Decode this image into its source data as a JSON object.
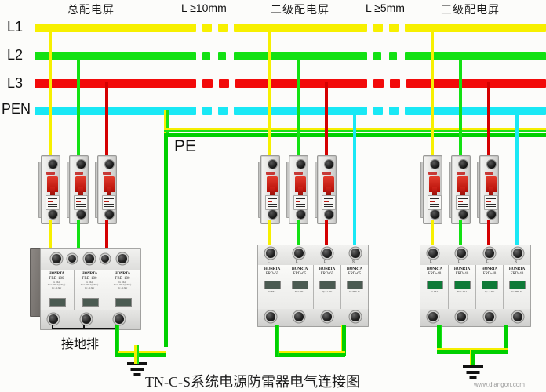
{
  "diagram": {
    "title": "TN-C-S系统电源防雷器电气连接图",
    "watermark": "www.diangon.com",
    "background": "#fcfcfa"
  },
  "headers": [
    {
      "id": "panel-1",
      "label": "总配电屏"
    },
    {
      "id": "cable-1",
      "label": "L ≥10mm"
    },
    {
      "id": "panel-2",
      "label": "二级配电屏"
    },
    {
      "id": "cable-2",
      "label": "L ≥5mm"
    },
    {
      "id": "panel-3",
      "label": "三级配电屏"
    }
  ],
  "rails": [
    {
      "id": "L1",
      "label": "L1",
      "color": "#f7f000"
    },
    {
      "id": "L2",
      "label": "L2",
      "color": "#13e113"
    },
    {
      "id": "L3",
      "label": "L3",
      "color": "#f20a0a"
    },
    {
      "id": "PEN",
      "label": "PEN",
      "color": "#19e8f5"
    }
  ],
  "pe": {
    "label": "PE",
    "color_stripe_a": "#f5ef00",
    "color_stripe_b": "#17e217"
  },
  "ground_bar": {
    "label": "接地排"
  },
  "groups": [
    {
      "id": "group-1",
      "panel": "总配电屏",
      "breakers": [
        {
          "id": "mcb-1-L1",
          "phase": "L1",
          "wire_color": "#f7f000"
        },
        {
          "id": "mcb-1-L2",
          "phase": "L2",
          "wire_color": "#13e113"
        },
        {
          "id": "mcb-1-L3",
          "phase": "L3",
          "wire_color": "#d40000"
        }
      ],
      "spd": {
        "brand": "HONRTA",
        "model": "FRD-100",
        "spec_lines": [
          "In: 40kA",
          "Imax: 100kA(8/20μs)",
          "Up: ≤2.5kV",
          "Uc: 385V AC"
        ],
        "modules": 3,
        "window": "grey"
      }
    },
    {
      "id": "group-2",
      "panel": "二级配电屏",
      "breakers": [
        {
          "id": "mcb-2-L1",
          "phase": "L1",
          "wire_color": "#f7f000"
        },
        {
          "id": "mcb-2-L2",
          "phase": "L2",
          "wire_color": "#13e113"
        },
        {
          "id": "mcb-2-L3",
          "phase": "L3",
          "wire_color": "#d40000"
        }
      ],
      "spd": {
        "brand": "HONRTA",
        "model": "FRD-65",
        "spec_lines": [
          "In: 30kA",
          "Imax: 65kA",
          "Up: ≤1.8kV",
          "Uc: 385V AC"
        ],
        "modules": 4,
        "window": "grey",
        "pole_marks": [
          "L",
          "L",
          "L",
          "N"
        ]
      }
    },
    {
      "id": "group-3",
      "panel": "三级配电屏",
      "breakers": [
        {
          "id": "mcb-3-L1",
          "phase": "L1",
          "wire_color": "#f7f000"
        },
        {
          "id": "mcb-3-L2",
          "phase": "L2",
          "wire_color": "#13e113"
        },
        {
          "id": "mcb-3-L3",
          "phase": "L3",
          "wire_color": "#d40000"
        }
      ],
      "spd": {
        "brand": "HONRTA",
        "model": "FRD-40",
        "spec_lines": [
          "In: 20kA",
          "Imax: 40kA",
          "Up: ≤1.5kV",
          "Uc: 385V AC"
        ],
        "modules": 4,
        "window": "green",
        "pole_marks": [
          "L",
          "L",
          "L",
          "N"
        ]
      }
    }
  ]
}
